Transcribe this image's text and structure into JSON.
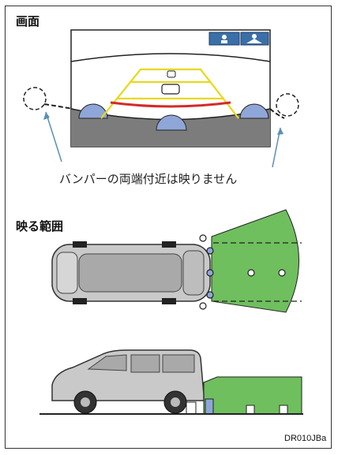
{
  "section_screen": {
    "title": "画面"
  },
  "section_range": {
    "title": "映る範囲"
  },
  "caption": "バンパーの両端付近は映りません",
  "figure_code": "DR010JBa",
  "colors": {
    "guide_yellow": "#e8d81c",
    "guide_red": "#d42a2a",
    "coverage_green": "#6fbf5e",
    "bumper_blue": "#8fa6d8",
    "ground_dark": "#7c7c7c",
    "arrow_blue": "#5b8fb4"
  },
  "icons": [
    "camera-view-icon",
    "wide-view-icon"
  ]
}
